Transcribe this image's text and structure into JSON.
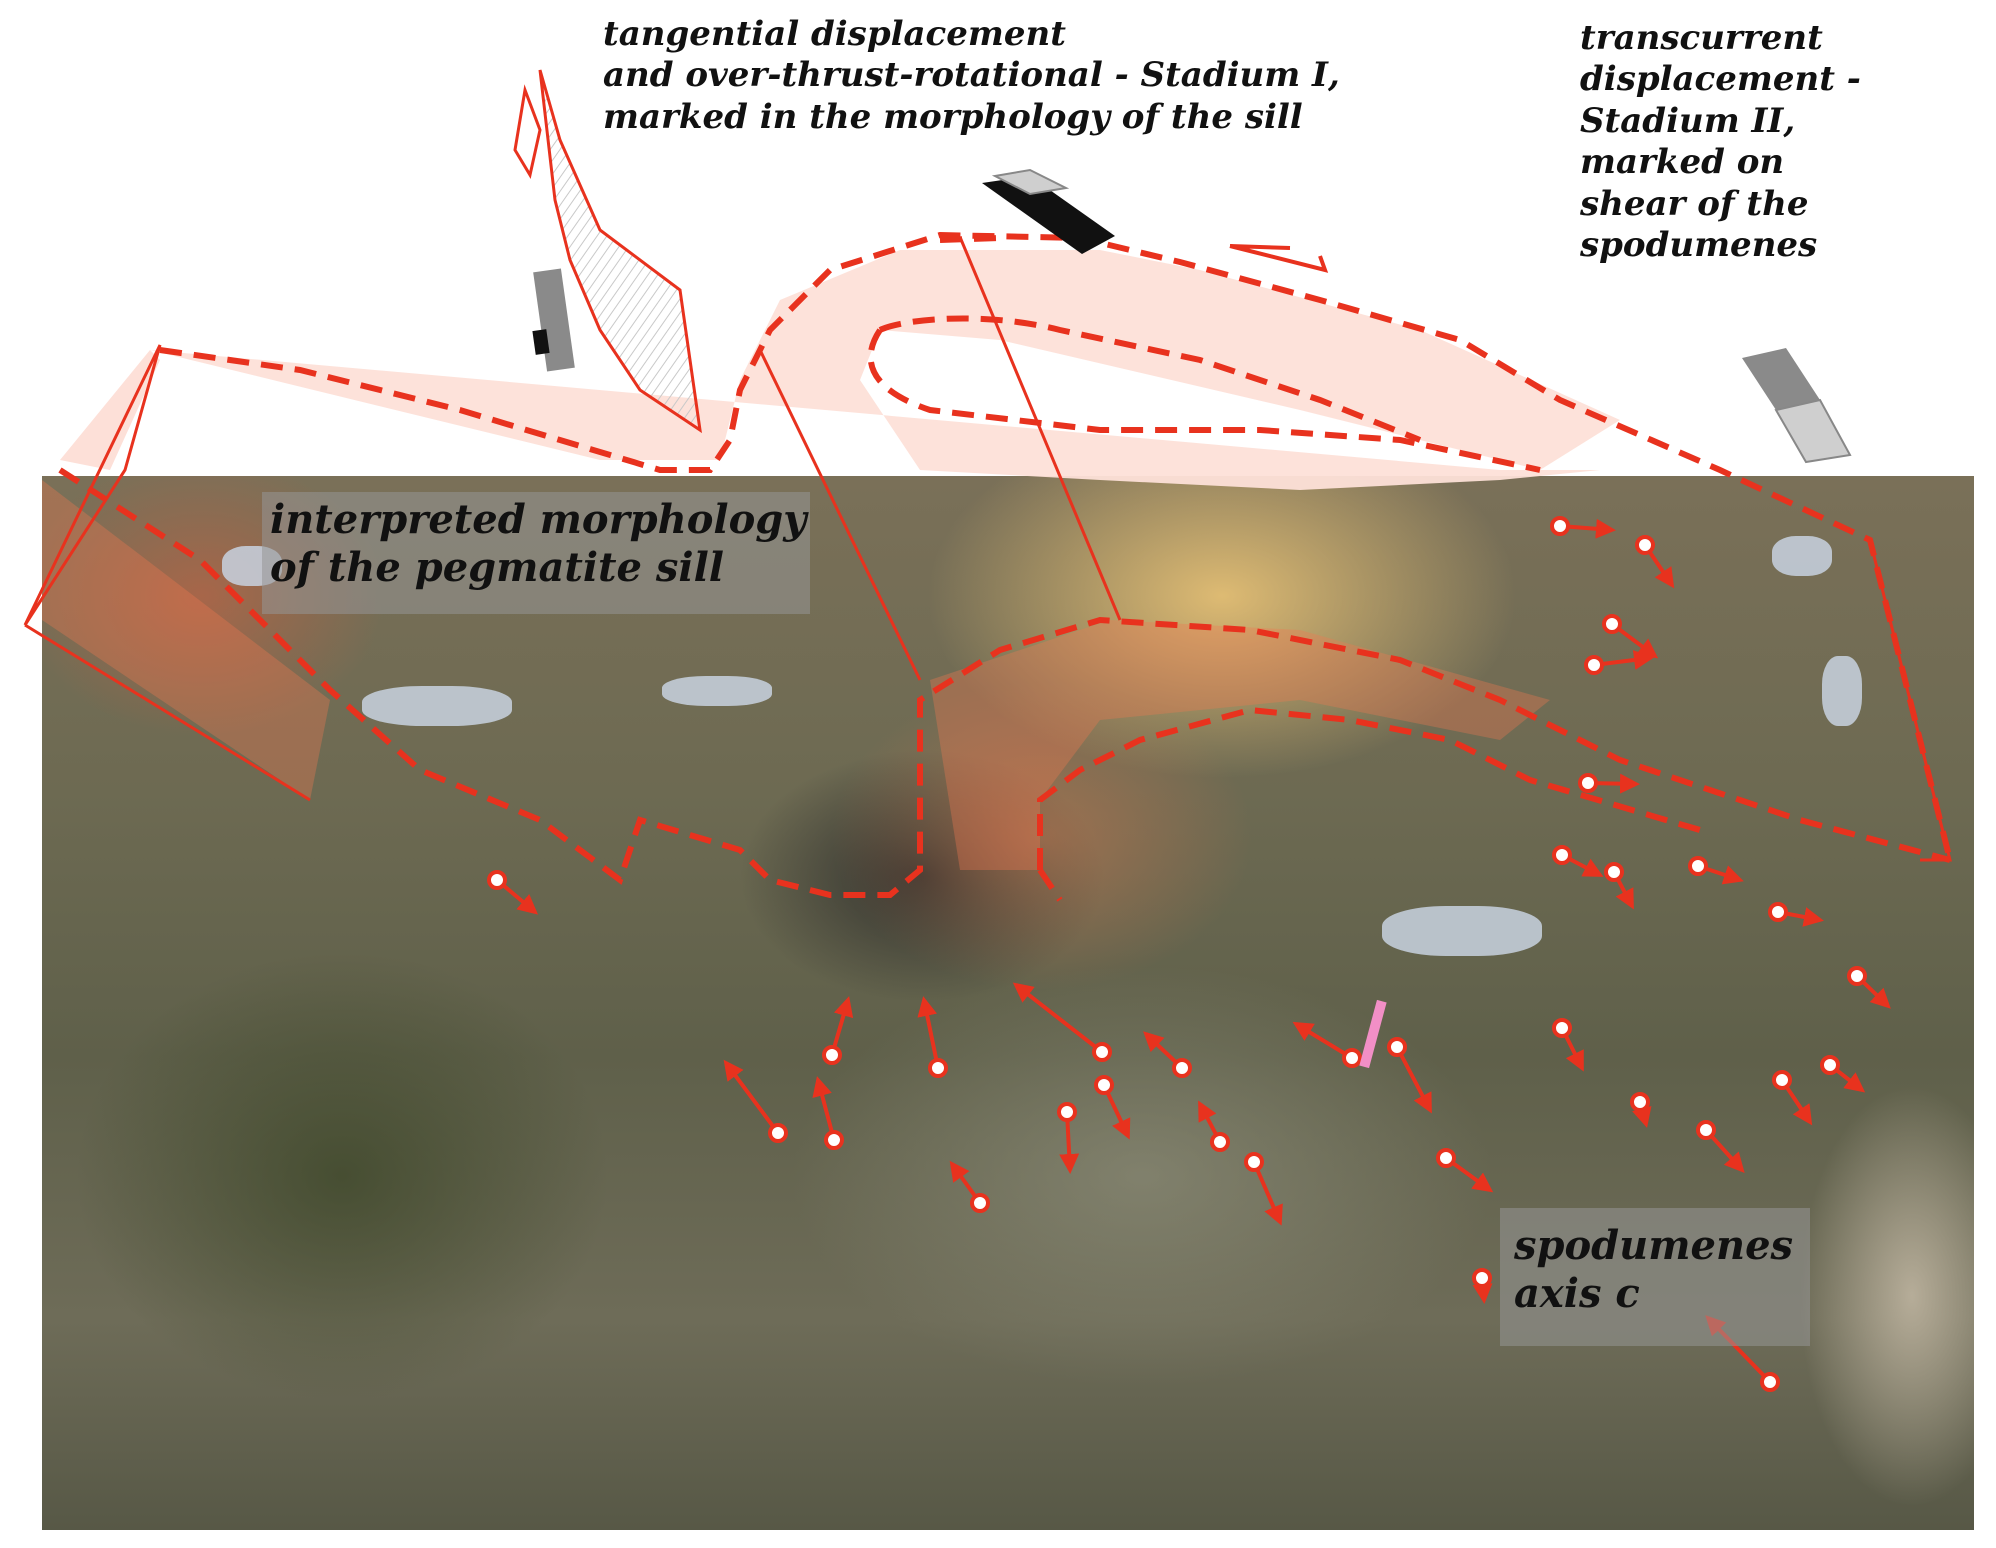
{
  "annotations": {
    "stadium1": {
      "lines": [
        "tangential displacement",
        "and over-thrust-rotational - Stadium I,",
        "marked in the morphology of the sill"
      ]
    },
    "stadium2": {
      "lines": [
        "transcurrent",
        "displacement -",
        "Stadium II,",
        "marked on",
        "shear of the",
        "spodumenes"
      ]
    },
    "sill_label": {
      "lines": [
        "interpreted morphology",
        "of the pegmatite sill"
      ]
    },
    "axis_label": {
      "lines": [
        "spodumenes",
        "axis c"
      ]
    }
  },
  "colors": {
    "marker_red": "#e8321e",
    "sill_fill": "#fde0d8",
    "grey_block": "#8a8a8a",
    "light_grey_block": "#cfcfcf"
  }
}
